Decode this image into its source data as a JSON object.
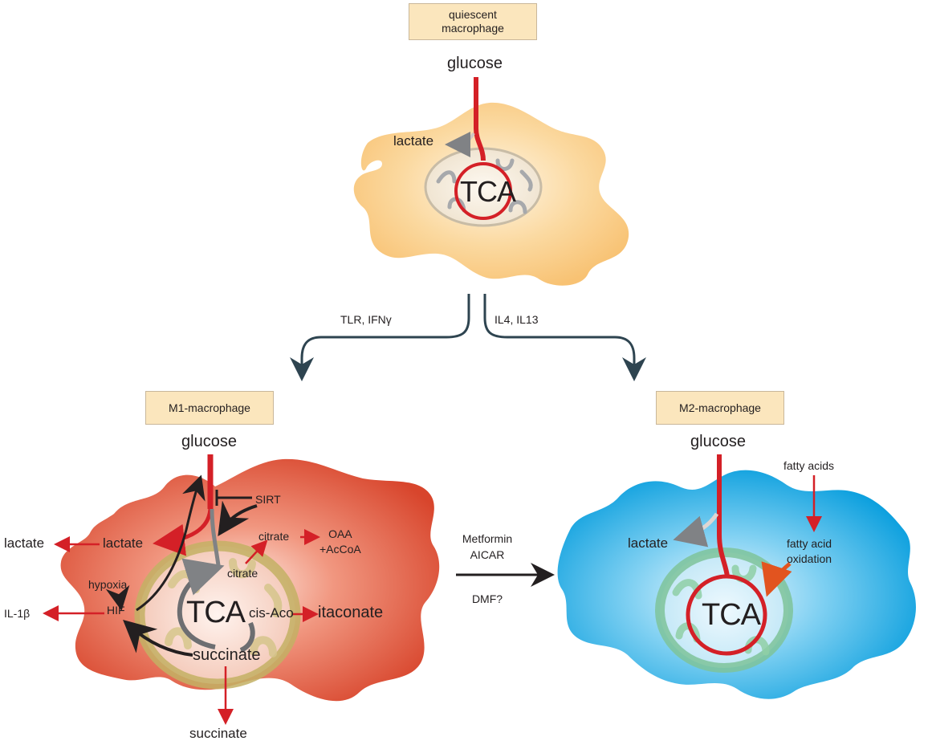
{
  "quiescent": {
    "title": "quiescent\nmacrophage",
    "glucose": "glucose",
    "lactate": "lactate",
    "tca": "TCA"
  },
  "transition_left": "TLR, IFNγ",
  "transition_right": "IL4, IL13",
  "m1": {
    "title": "M1-macrophage",
    "glucose": "glucose",
    "lactate_in": "lactate",
    "lactate_out": "lactate",
    "sirt": "SIRT",
    "citrate_out": "citrate",
    "oaa": "OAA\n+AcCoA",
    "citrate_in": "citrate",
    "hypoxia": "hypoxia",
    "hif": "HIF",
    "il1b": "IL-1β",
    "tca": "TCA",
    "cis_aco": "cis-Aco",
    "itaconate": "itaconate",
    "succinate_in": "succinate",
    "succinate_out": "succinate"
  },
  "middle": {
    "line1": "Metformin",
    "line2": "AICAR",
    "line3": "DMF?"
  },
  "m2": {
    "title": "M2-macrophage",
    "glucose": "glucose",
    "fatty_acids": "fatty acids",
    "lactate": "lactate",
    "fao": "fatty acid\noxidation",
    "tca": "TCA"
  },
  "colors": {
    "quiescent_cell": "#f9c97c",
    "m1_cell": "#d8452c",
    "m2_cell": "#0ea5e0",
    "red_arrow": "#d42027",
    "dark_arrow": "#2e4450",
    "box_fill": "#fbe6bd"
  }
}
